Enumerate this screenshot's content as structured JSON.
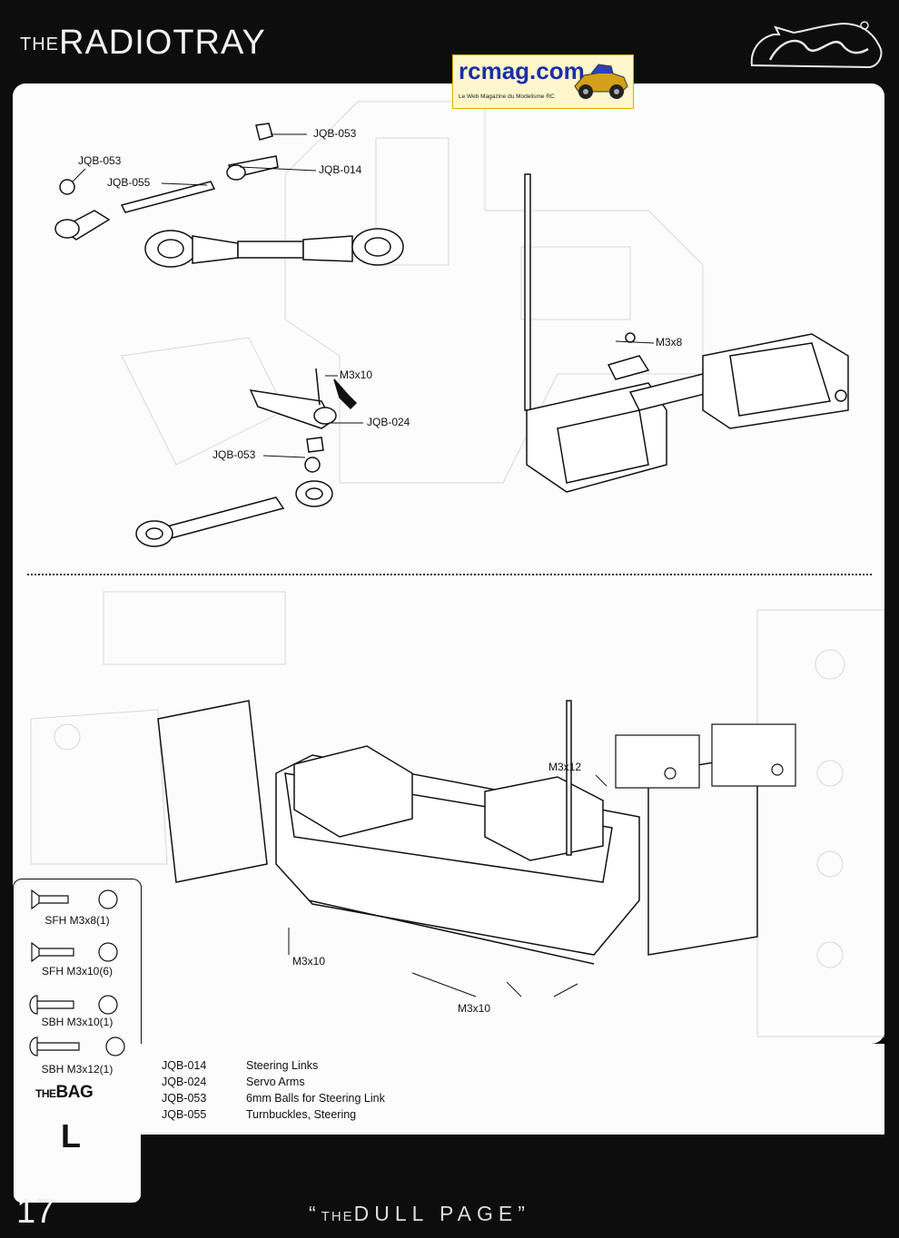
{
  "header": {
    "title_prefix": "THE",
    "title": "RADIOTRAY"
  },
  "watermark": {
    "name": "rcmag.com",
    "tagline": "Le Web Magazine du Modelisme RC"
  },
  "top_callouts": [
    "JQB-053",
    "JQB-014",
    "JQB-053",
    "JQB-055"
  ],
  "mid_callouts": [
    "M3x10",
    "JQB-024",
    "JQB-053",
    "M3x8"
  ],
  "bottom_callouts": [
    "M3x12",
    "M3x10",
    "M3x10"
  ],
  "bag": {
    "items": [
      "SFH M3x8(1)",
      "SFH M3x10(6)",
      "SBH M3x10(1)",
      "SBH M3x12(1)"
    ],
    "label_prefix": "THE",
    "label": "BAG",
    "letter": "L"
  },
  "legend": [
    {
      "code": "JQB-014",
      "desc": "Steering Links"
    },
    {
      "code": "JQB-024",
      "desc": "Servo Arms"
    },
    {
      "code": "JQB-053",
      "desc": "6mm Balls for Steering Link"
    },
    {
      "code": "JQB-055",
      "desc": "Turnbuckles, Steering"
    }
  ],
  "footer": {
    "page_number": "17",
    "prefix": "THE",
    "title": "DULL PAGE"
  },
  "colors": {
    "background": "#0d0d0d",
    "panel": "#fcfcfc",
    "ink": "#111111"
  }
}
